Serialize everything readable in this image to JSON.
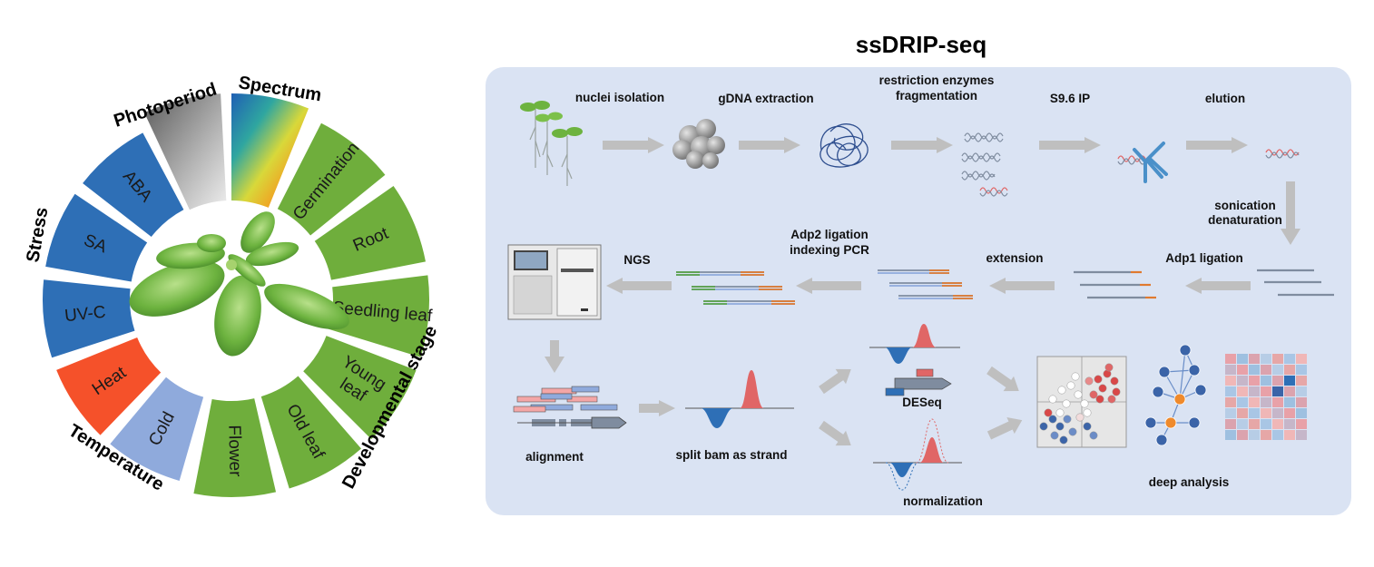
{
  "title": "ssDRIP-seq",
  "wheel": {
    "categories": [
      "Photoperiod",
      "Spectrum",
      "Stress",
      "Temperature",
      "Developmental stage"
    ],
    "segments": [
      {
        "label": "ABA",
        "color": "#2e6fb6"
      },
      {
        "label": "SA",
        "color": "#2e6fb6"
      },
      {
        "label": "UV-C",
        "color": "#2e6fb6"
      },
      {
        "label": "Heat",
        "color": "#f5512a"
      },
      {
        "label": "Cold",
        "color": "#8faadc"
      },
      {
        "label": "Flower",
        "color": "#6fae3c"
      },
      {
        "label": "Old leaf",
        "color": "#6fae3c"
      },
      {
        "label": "Young leaf",
        "line1": "Young",
        "line2": "leaf",
        "color": "#6fae3c"
      },
      {
        "label": "Seedling leaf",
        "color": "#6fae3c"
      },
      {
        "label": "Root",
        "color": "#6fae3c"
      },
      {
        "label": "Germination",
        "color": "#6fae3c"
      }
    ]
  },
  "steps": {
    "nuclei": "nuclei isolation",
    "gdna": "gDNA extraction",
    "restriction1": "restriction enzymes",
    "restriction2": "fragmentation",
    "ip": "S9.6 IP",
    "elution": "elution",
    "sonication1": "sonication",
    "sonication2": "denaturation",
    "adp1": "Adp1 ligation",
    "extension": "extension",
    "adp2a": "Adp2 ligation",
    "adp2b": "indexing PCR",
    "ngs": "NGS",
    "alignment": "alignment",
    "split": "split bam as strand",
    "deseq": "DESeq",
    "normalization": "normalization",
    "deep": "deep analysis"
  },
  "colors": {
    "panel": "#dae3f3",
    "arrow": "#bfbfbf",
    "red_strand": "#e06666",
    "blue_strand": "#2e6fb6",
    "dna_gray": "#7f8c9f",
    "orange_tag": "#e07a2f",
    "green_tag": "#5aa34a"
  }
}
